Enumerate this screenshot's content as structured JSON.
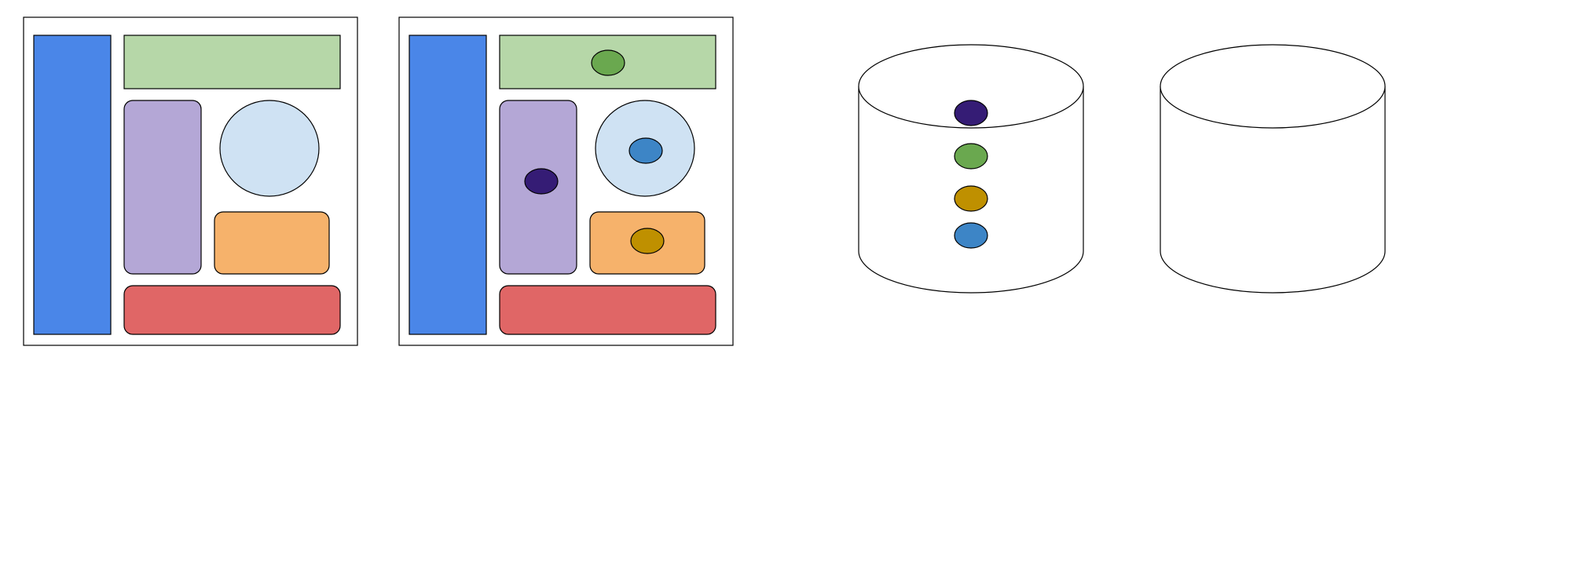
{
  "diagram": {
    "background": "#ffffff",
    "stroke": "#000000",
    "panels": [
      {
        "id": "layout-empty",
        "frame_fill": "#ffffff",
        "regions": [
          {
            "id": "left-column",
            "shape": "rect",
            "fill": "#4a86e8"
          },
          {
            "id": "top-banner",
            "shape": "rect",
            "fill": "#b6d7a8"
          },
          {
            "id": "tall-card",
            "shape": "rounded-rect",
            "fill": "#b4a7d6"
          },
          {
            "id": "circle-slot",
            "shape": "circle",
            "fill": "#cfe2f3"
          },
          {
            "id": "small-card",
            "shape": "rounded-rect",
            "fill": "#f6b26b"
          },
          {
            "id": "bottom-bar",
            "shape": "rounded-rect",
            "fill": "#e06666"
          }
        ],
        "tokens": []
      },
      {
        "id": "layout-filled",
        "frame_fill": "#ffffff",
        "regions": [
          {
            "id": "left-column",
            "shape": "rect",
            "fill": "#4a86e8"
          },
          {
            "id": "top-banner",
            "shape": "rect",
            "fill": "#b6d7a8"
          },
          {
            "id": "tall-card",
            "shape": "rounded-rect",
            "fill": "#b4a7d6"
          },
          {
            "id": "circle-slot",
            "shape": "circle",
            "fill": "#cfe2f3"
          },
          {
            "id": "small-card",
            "shape": "rounded-rect",
            "fill": "#f6b26b"
          },
          {
            "id": "bottom-bar",
            "shape": "rounded-rect",
            "fill": "#e06666"
          }
        ],
        "tokens": [
          {
            "id": "token-green",
            "fill": "#6aa84f",
            "placed_in": "top-banner"
          },
          {
            "id": "token-navy",
            "fill": "#351c75",
            "placed_in": "tall-card"
          },
          {
            "id": "token-blue",
            "fill": "#3d85c6",
            "placed_in": "circle-slot"
          },
          {
            "id": "token-gold",
            "fill": "#bf9000",
            "placed_in": "small-card"
          }
        ]
      }
    ],
    "containers": [
      {
        "id": "container-full",
        "fill": "#ffffff",
        "tokens": [
          {
            "id": "token-navy",
            "fill": "#351c75"
          },
          {
            "id": "token-green",
            "fill": "#6aa84f"
          },
          {
            "id": "token-gold",
            "fill": "#bf9000"
          },
          {
            "id": "token-blue",
            "fill": "#3d85c6"
          }
        ]
      },
      {
        "id": "container-empty",
        "fill": "#ffffff",
        "tokens": []
      }
    ]
  }
}
